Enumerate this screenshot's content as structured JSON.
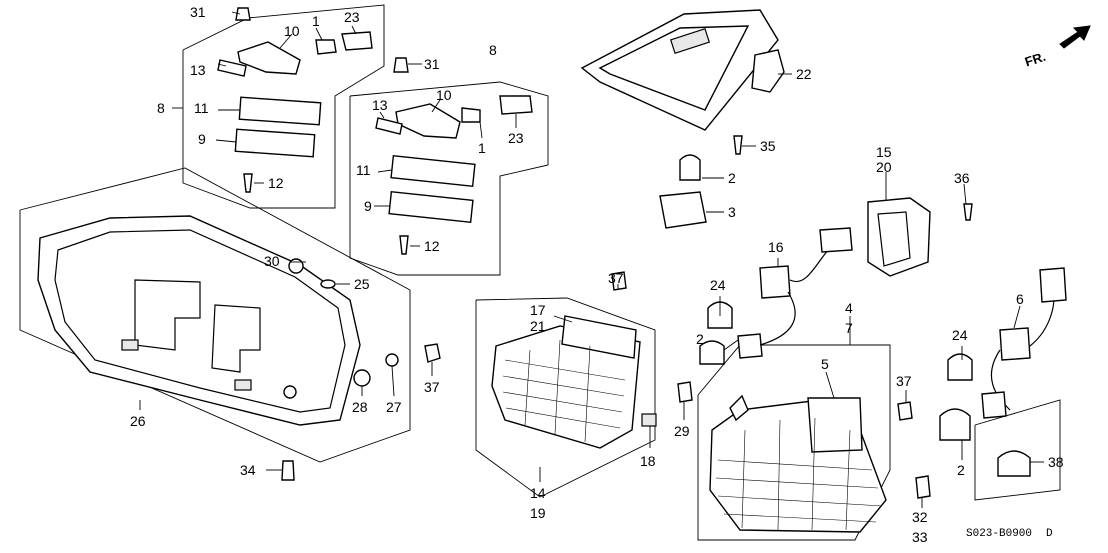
{
  "diagram": {
    "direction_label": "FR.",
    "drawing_code": "S023-B0900",
    "drawing_code_suffix": "D",
    "callouts": [
      "1",
      "2",
      "3",
      "4",
      "5",
      "6",
      "7",
      "8",
      "9",
      "10",
      "11",
      "12",
      "13",
      "14",
      "15",
      "16",
      "17",
      "18",
      "19",
      "20",
      "21",
      "22",
      "23",
      "24",
      "25",
      "26",
      "27",
      "28",
      "29",
      "30",
      "31",
      "32",
      "33",
      "34",
      "35",
      "36",
      "37",
      "38"
    ]
  }
}
